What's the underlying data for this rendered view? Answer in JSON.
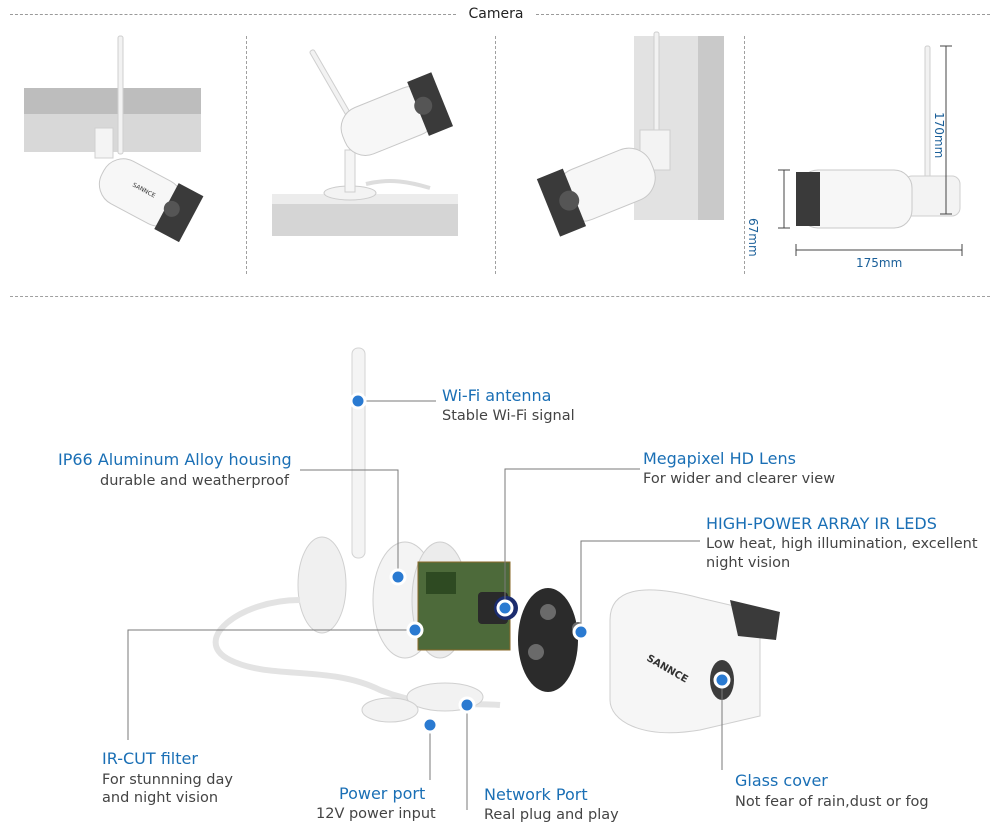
{
  "section": {
    "title": "Camera"
  },
  "dimensions": {
    "height": "170mm",
    "depth": "67mm",
    "length": "175mm"
  },
  "brand": "SANNCE",
  "callouts": {
    "wifi_antenna": {
      "title": "Wi-Fi antenna",
      "sub": "Stable Wi-Fi signal"
    },
    "housing": {
      "title": "IP66 Aluminum Alloy housing",
      "sub": "durable and weatherproof"
    },
    "lens": {
      "title": "Megapixel HD Lens",
      "sub": "For wider and clearer view"
    },
    "ir_leds": {
      "title": "HIGH-POWER ARRAY IR LEDS",
      "sub1": "Low heat, high illumination, excellent",
      "sub2": "night vision"
    },
    "ircut": {
      "title": "IR-CUT  filter",
      "sub1": "For stunnning day",
      "sub2": "and night vision"
    },
    "power": {
      "title": "Power port",
      "sub": "12V power input"
    },
    "network": {
      "title": "Network Port",
      "sub": "Real plug and play"
    },
    "glass": {
      "title": "Glass cover",
      "sub": "Not fear of rain,dust or fog"
    }
  },
  "colors": {
    "accent": "#1a6fb5",
    "dot": "#2a7ad1"
  }
}
